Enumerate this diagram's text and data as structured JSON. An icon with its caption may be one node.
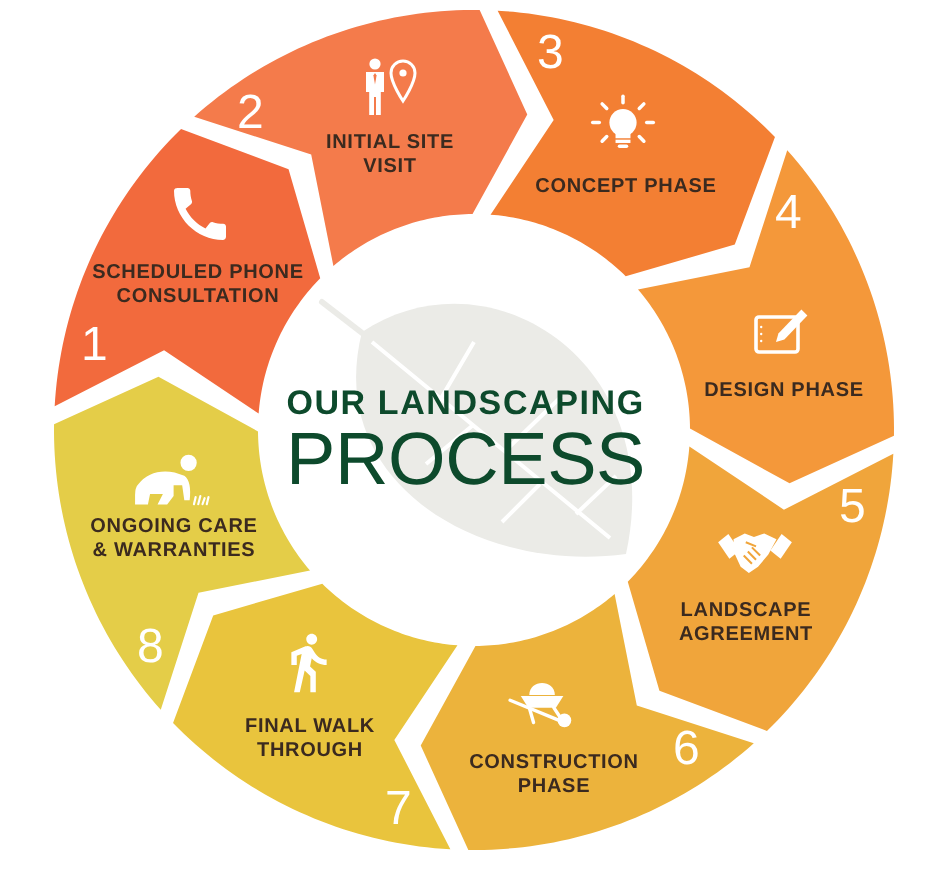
{
  "diagram": {
    "title": "**OUR LANDSCAPING** PROCESS",
    "nodes": [
      {
        "text": [
          "SCHEDULED PHONE CONSULTATION",
          "1"
        ]
      },
      {
        "text": [
          "2",
          "INITIAL SITE VISIT"
        ]
      },
      {
        "text": [
          "3",
          "CONCEPT PHASE"
        ]
      },
      {
        "text": [
          "4",
          "DESIGN PHASE"
        ]
      },
      {
        "text": [
          "5",
          "LANDSCAPE AGREEMENT"
        ]
      },
      {
        "text": [
          "6",
          "CONSTRUCTION PHASE"
        ]
      },
      {
        "text": [
          "7",
          "FINAL WALK THROUGH"
        ]
      },
      {
        "text": [
          "ONGOING CARE & WARRANTIES",
          "8"
        ]
      }
    ]
  }
}
